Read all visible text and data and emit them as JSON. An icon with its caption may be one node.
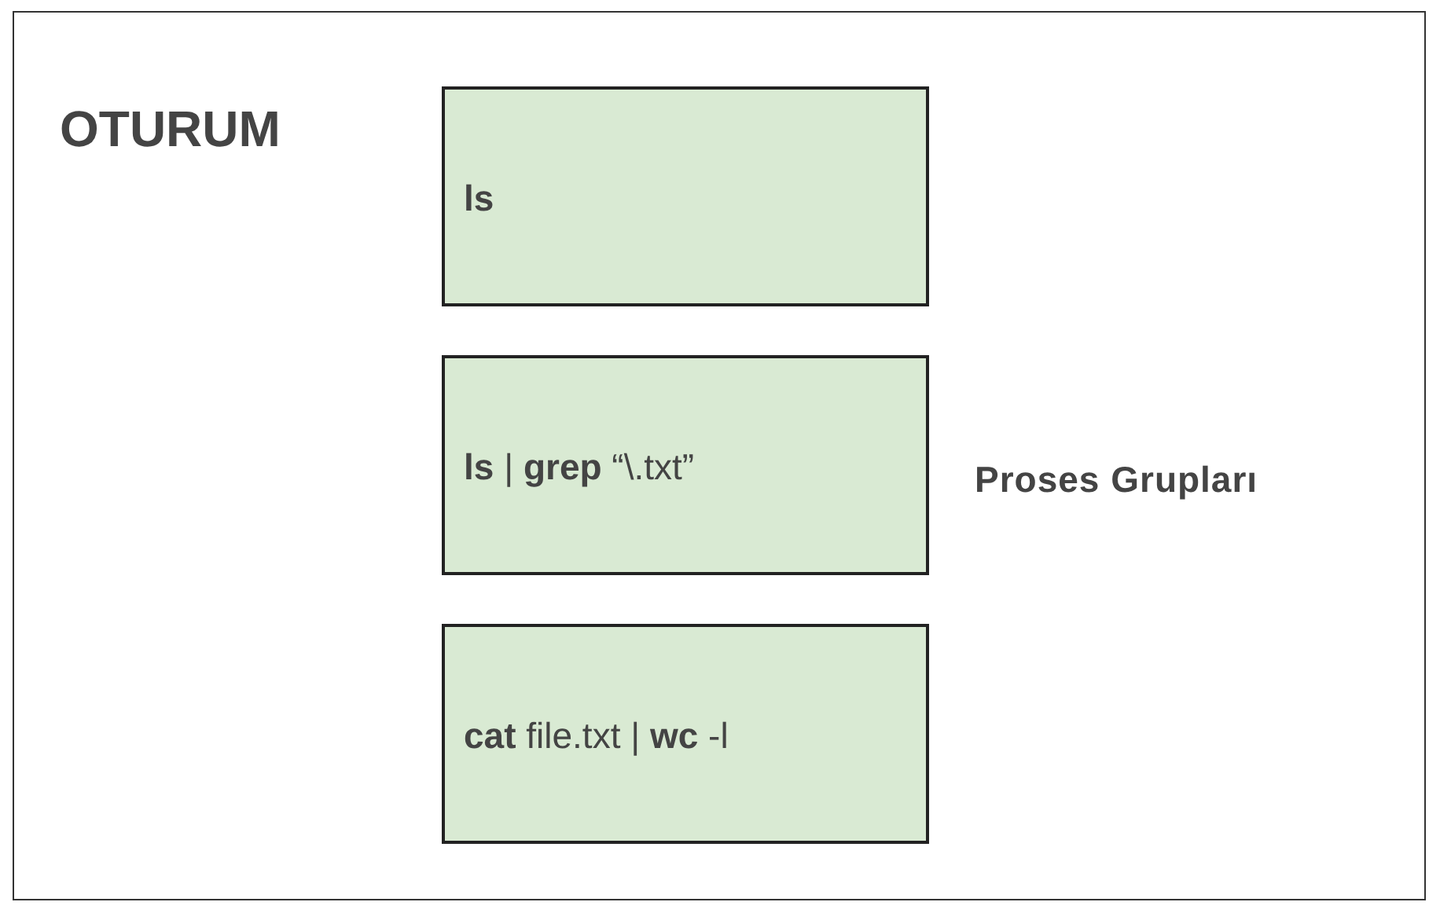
{
  "diagram": {
    "nodes": [
      {
        "text": [
          "OTURUM"
        ]
      },
      {
        "text": [
          "ls"
        ],
        "in": 0
      },
      {
        "text": [
          "**ls** | **grep** “\\.txt”"
        ],
        "in": 0
      },
      {
        "text": [
          "**cat** file.txt | **wc** -l"
        ],
        "in": 0
      }
    ],
    "labels": [
      "Proses Grupları"
    ]
  }
}
